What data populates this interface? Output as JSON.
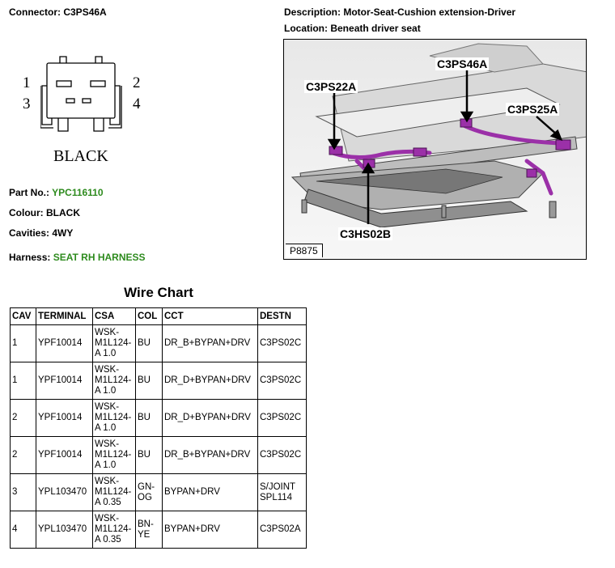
{
  "header": {
    "connector_label": "Connector:",
    "connector_value": "C3PS46A",
    "description_label": "Description:",
    "description_value": "Motor-Seat-Cushion extension-Driver",
    "location_label": "Location:",
    "location_value": "Beneath driver seat"
  },
  "connector_figure": {
    "pins": [
      "1",
      "2",
      "3",
      "4"
    ],
    "colour_caption": "BLACK"
  },
  "info": {
    "part_no_label": "Part No.:",
    "part_no_value": "YPC116110",
    "colour_label": "Colour:",
    "colour_value": "BLACK",
    "cavities_label": "Cavities:",
    "cavities_value": "4WY",
    "harness_label": "Harness:",
    "harness_value": "SEAT RH HARNESS",
    "link_color": "#2e8b1e"
  },
  "photo": {
    "callouts": [
      "C3PS46A",
      "C3PS22A",
      "C3PS25A",
      "C3HS02B"
    ],
    "figure_id": "P8875",
    "highlight_color": "#9b30a8"
  },
  "wire_chart": {
    "title": "Wire Chart",
    "headers": [
      "CAV",
      "TERMINAL",
      "CSA",
      "COL",
      "CCT",
      "DESTN"
    ],
    "rows": [
      {
        "cav": "1",
        "terminal": "YPF10014",
        "csa": [
          "WSK-",
          "M1L124-",
          "A 1.0"
        ],
        "col": [
          "BU"
        ],
        "cct": "DR_B+BYPAN+DRV",
        "destn": [
          "C3PS02C"
        ]
      },
      {
        "cav": "1",
        "terminal": "YPF10014",
        "csa": [
          "WSK-",
          "M1L124-",
          "A 1.0"
        ],
        "col": [
          "BU"
        ],
        "cct": "DR_D+BYPAN+DRV",
        "destn": [
          "C3PS02C"
        ]
      },
      {
        "cav": "2",
        "terminal": "YPF10014",
        "csa": [
          "WSK-",
          "M1L124-",
          "A 1.0"
        ],
        "col": [
          "BU"
        ],
        "cct": "DR_D+BYPAN+DRV",
        "destn": [
          "C3PS02C"
        ]
      },
      {
        "cav": "2",
        "terminal": "YPF10014",
        "csa": [
          "WSK-",
          "M1L124-",
          "A 1.0"
        ],
        "col": [
          "BU"
        ],
        "cct": "DR_B+BYPAN+DRV",
        "destn": [
          "C3PS02C"
        ]
      },
      {
        "cav": "3",
        "terminal": "YPL103470",
        "csa": [
          "WSK-",
          "M1L124-",
          "A 0.35"
        ],
        "col": [
          "GN-",
          "OG"
        ],
        "cct": "BYPAN+DRV",
        "destn": [
          "S/JOINT",
          "SPL114"
        ]
      },
      {
        "cav": "4",
        "terminal": "YPL103470",
        "csa": [
          "WSK-",
          "M1L124-",
          "A 0.35"
        ],
        "col": [
          "BN-",
          "YE"
        ],
        "cct": "BYPAN+DRV",
        "destn": [
          "C3PS02A"
        ]
      }
    ]
  }
}
